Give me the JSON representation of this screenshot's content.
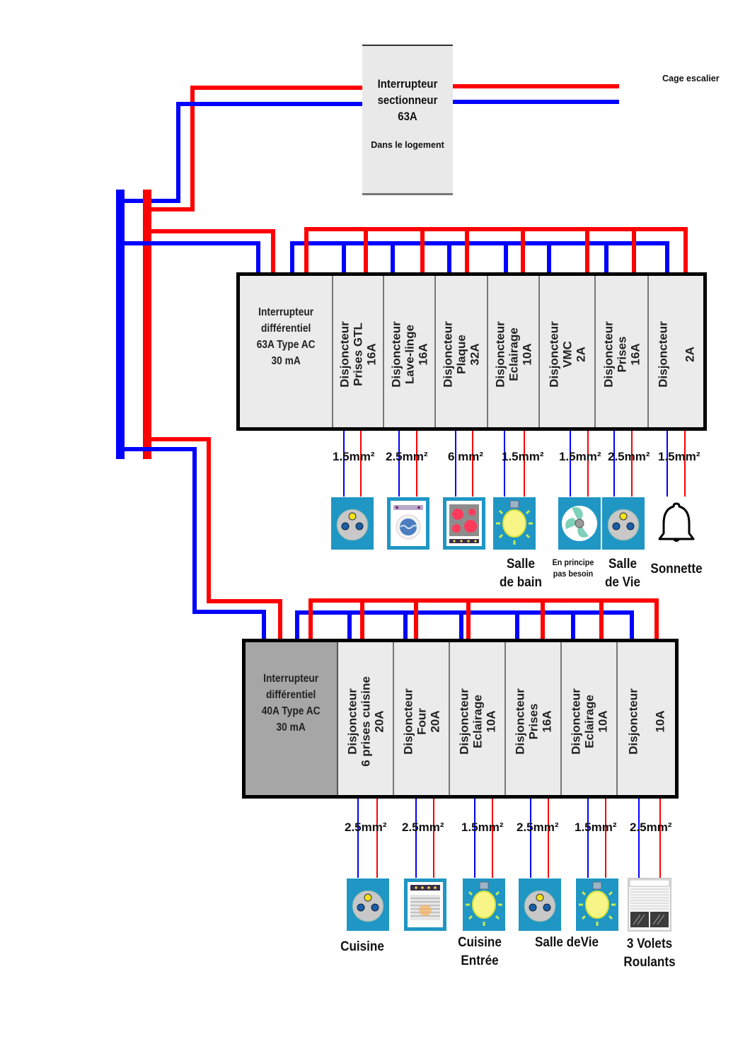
{
  "colors": {
    "phase": "#ff0000",
    "neutral": "#0000ff",
    "module_bg": "#ebebeb",
    "main_diff_bg_lower": "#a6a6a6",
    "icon_bg": "#1f96c4"
  },
  "sectionneur": {
    "title_lines": [
      "Interrupteur",
      "sectionneur",
      "63A"
    ],
    "location": "Dans le logement"
  },
  "supply_label": "Cage escalier",
  "panel_upper": {
    "main": [
      "Interrupteur",
      "différentiel",
      "63A Type AC",
      "30 mA"
    ],
    "breakers": [
      {
        "lines": [
          "Disjoncteur",
          "Prises GTL",
          "16A"
        ],
        "cable": "1.5mm²",
        "icon": "socket-icon",
        "label": []
      },
      {
        "lines": [
          "Disjoncteur",
          "Lave-linge",
          "16A"
        ],
        "cable": "2.5mm²",
        "icon": "washing-machine-icon",
        "label": []
      },
      {
        "lines": [
          "Disjoncteur",
          "Plaque",
          "32A"
        ],
        "cable": "6 mm²",
        "icon": "cooktop-icon",
        "label": []
      },
      {
        "lines": [
          "Disjoncteur",
          "Eclairage",
          "10A"
        ],
        "cable": "1.5mm²",
        "icon": "light-bulb-icon",
        "label": [
          "Salle",
          "de bain"
        ]
      },
      {
        "lines": [
          "Disjoncteur",
          "VMC",
          "2A"
        ],
        "cable": "1.5mm²",
        "icon": "fan-icon",
        "label": [
          "En principe",
          "pas besoin"
        ]
      },
      {
        "lines": [
          "Disjoncteur",
          "Prises",
          "16A"
        ],
        "cable": "2.5mm²",
        "icon": "socket-icon",
        "label": [
          "Salle",
          "de Vie"
        ]
      },
      {
        "lines": [
          "Disjoncteur",
          "",
          "2A"
        ],
        "cable": "1.5mm²",
        "icon": "bell-icon",
        "label": [
          "Sonnette"
        ]
      }
    ]
  },
  "panel_lower": {
    "main": [
      "Interrupteur",
      "différentiel",
      "40A Type AC",
      "30 mA"
    ],
    "breakers": [
      {
        "lines": [
          "Disjoncteur",
          "6 prises cuisine",
          "20A"
        ],
        "cable": "2.5mm²",
        "icon": "socket-icon",
        "label": [
          "Cuisine"
        ]
      },
      {
        "lines": [
          "Disjoncteur",
          "Four",
          "20A"
        ],
        "cable": "2.5mm²",
        "icon": "oven-icon",
        "label": []
      },
      {
        "lines": [
          "Disjoncteur",
          "Eclairage",
          "10A"
        ],
        "cable": "1.5mm²",
        "icon": "light-bulb-icon",
        "label": [
          "Cuisine",
          "Entrée"
        ]
      },
      {
        "lines": [
          "Disjoncteur",
          "Prises",
          "16A"
        ],
        "cable": "2.5mm²",
        "icon": "socket-icon",
        "label": [
          "Salle deVie"
        ]
      },
      {
        "lines": [
          "Disjoncteur",
          "Eclairage",
          "10A"
        ],
        "cable": "1.5mm²",
        "icon": "light-bulb-icon",
        "label": []
      },
      {
        "lines": [
          "Disjoncteur",
          "",
          "10A"
        ],
        "cable": "2.5mm²",
        "icon": "roller-shutter-icon",
        "label": [
          "3 Volets",
          "Roulants"
        ]
      }
    ]
  }
}
